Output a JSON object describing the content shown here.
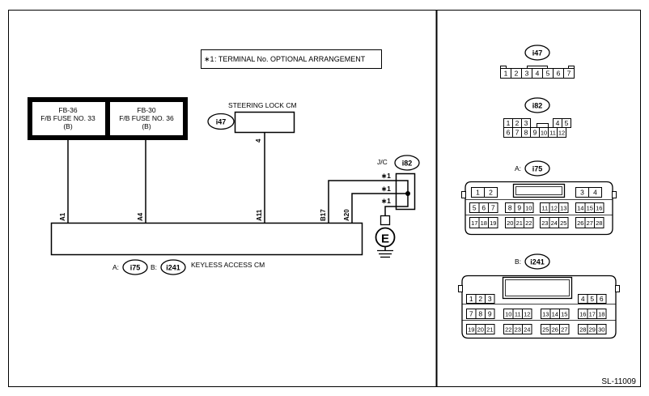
{
  "note": {
    "star": "∗1",
    "text": ": TERMINAL No. OPTIONAL ARRANGEMENT"
  },
  "fuse_left": {
    "line1": "FB-36",
    "line2": "F/B FUSE NO. 33",
    "line3": "(B)"
  },
  "fuse_right": {
    "line1": "FB-30",
    "line2": "F/B FUSE NO. 36",
    "line3": "(B)"
  },
  "steering_lock": {
    "label": "STEERING LOCK CM",
    "connector": "i47",
    "pin": "4"
  },
  "jc": {
    "label": "J/C",
    "connector": "i82",
    "star": "∗1"
  },
  "keyless": {
    "label": "KEYLESS ACCESS CM",
    "conn_a_prefix": "A:",
    "conn_a": "i75",
    "conn_b_prefix": "B:",
    "conn_b": "i241",
    "pins": [
      "A1",
      "A4",
      "A11",
      "B17",
      "A20"
    ]
  },
  "ground_symbol": "E",
  "connector_i47": {
    "name": "i47",
    "pins": [
      "1",
      "2",
      "3",
      "4",
      "5",
      "6",
      "7"
    ]
  },
  "connector_i82": {
    "name": "i82",
    "row1": [
      "1",
      "2",
      "3",
      "4",
      "5"
    ],
    "row2": [
      "6",
      "7",
      "8",
      "9",
      "10",
      "11",
      "12"
    ]
  },
  "connector_i75": {
    "prefix": "A:",
    "name": "i75",
    "row1": [
      [
        "1",
        "2"
      ],
      [
        "3",
        "4"
      ]
    ],
    "row2": [
      [
        "5",
        "6",
        "7"
      ],
      [
        "8",
        "9",
        "10"
      ],
      [
        "11",
        "12",
        "13"
      ],
      [
        "14",
        "15",
        "16"
      ]
    ],
    "row3": [
      [
        "17",
        "18",
        "19"
      ],
      [
        "20",
        "21",
        "22"
      ],
      [
        "23",
        "24",
        "25"
      ],
      [
        "26",
        "27",
        "28"
      ]
    ]
  },
  "connector_i241": {
    "prefix": "B:",
    "name": "i241",
    "row1": [
      [
        "1",
        "2",
        "3"
      ],
      [
        "4",
        "5",
        "6"
      ]
    ],
    "row2": [
      [
        "7",
        "8",
        "9"
      ],
      [
        "10",
        "11",
        "12"
      ],
      [
        "13",
        "14",
        "15"
      ],
      [
        "16",
        "17",
        "18"
      ]
    ],
    "row3": [
      [
        "19",
        "20",
        "21"
      ],
      [
        "22",
        "23",
        "24"
      ],
      [
        "25",
        "26",
        "27"
      ],
      [
        "28",
        "29",
        "30"
      ]
    ]
  },
  "diagram_id": "SL-11009"
}
